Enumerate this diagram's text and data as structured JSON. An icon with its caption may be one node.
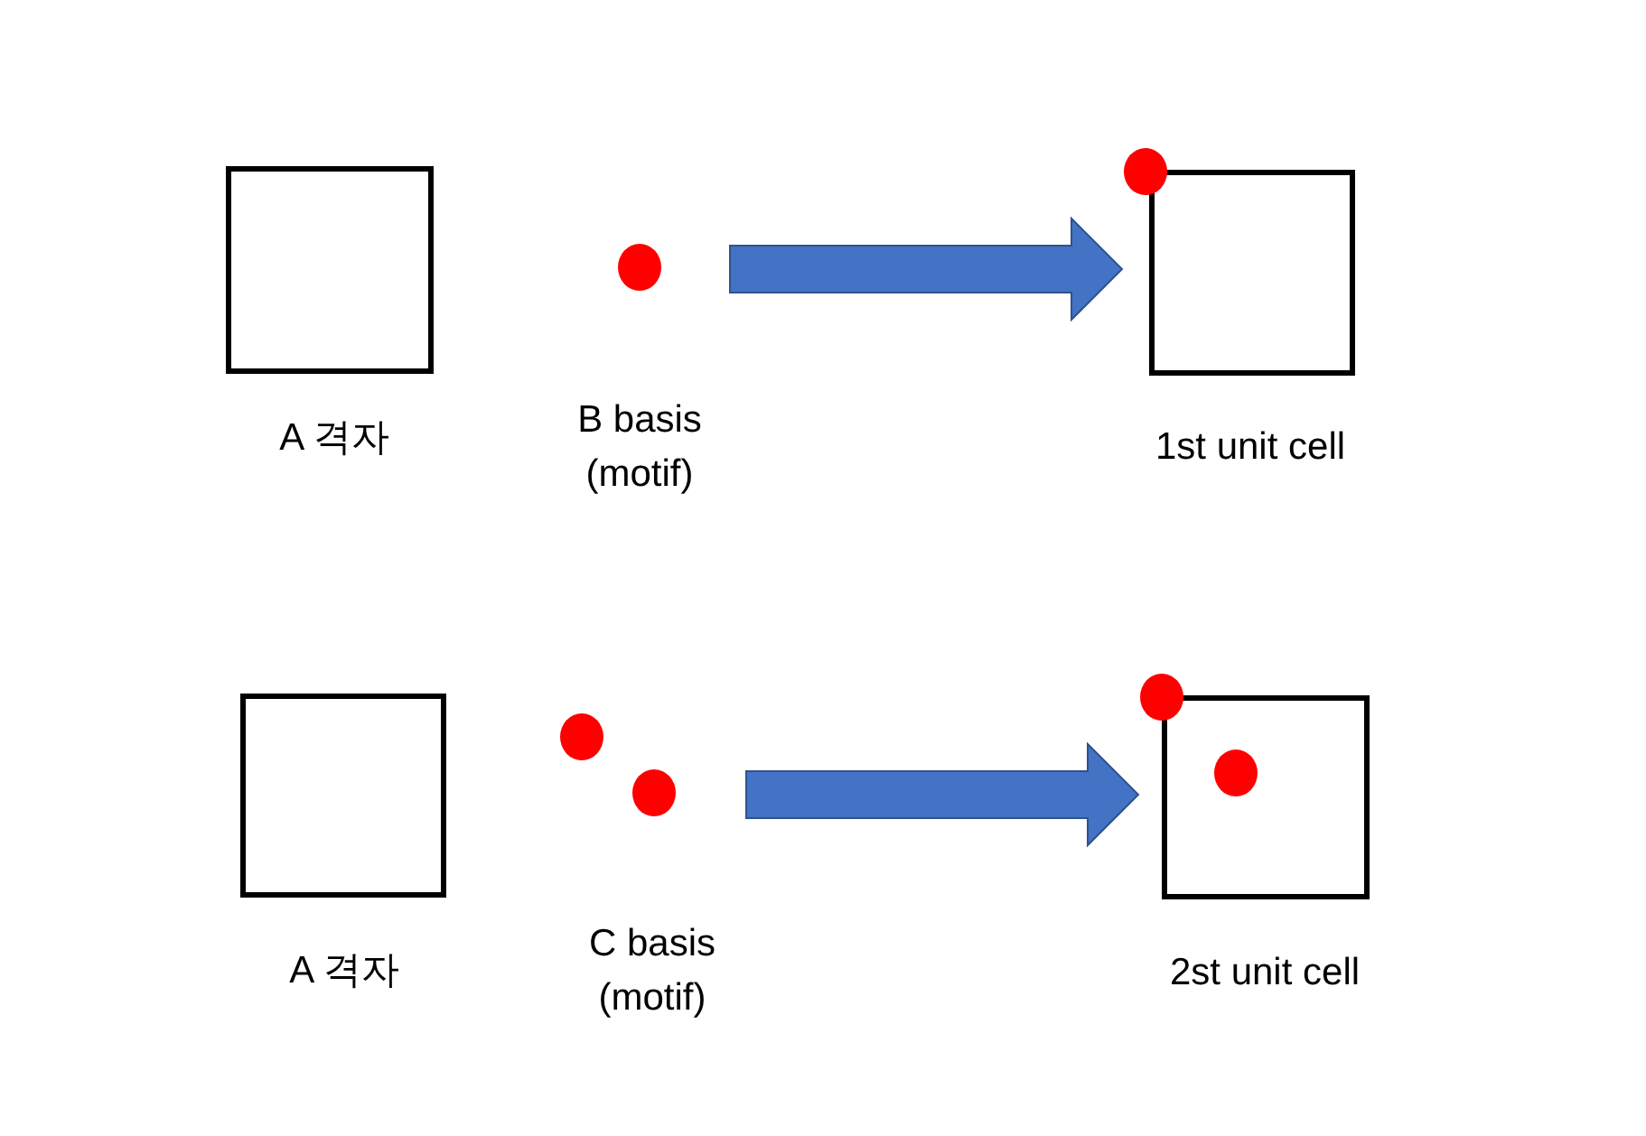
{
  "diagram": {
    "nodes": [
      {
        "text": [
          "A 격자"
        ]
      },
      {
        "text": [
          "B basis (motif)"
        ]
      },
      {
        "text": [
          "1st unit cell"
        ]
      },
      {
        "text": [
          "A 격자"
        ]
      },
      {
        "text": [
          "C basis (motif)"
        ]
      },
      {
        "text": [
          "2st unit cell"
        ]
      }
    ],
    "edges": [
      {
        "from": 1,
        "to": 2,
        "arrow": "to"
      },
      {
        "from": 4,
        "to": 5,
        "arrow": "to"
      }
    ]
  }
}
